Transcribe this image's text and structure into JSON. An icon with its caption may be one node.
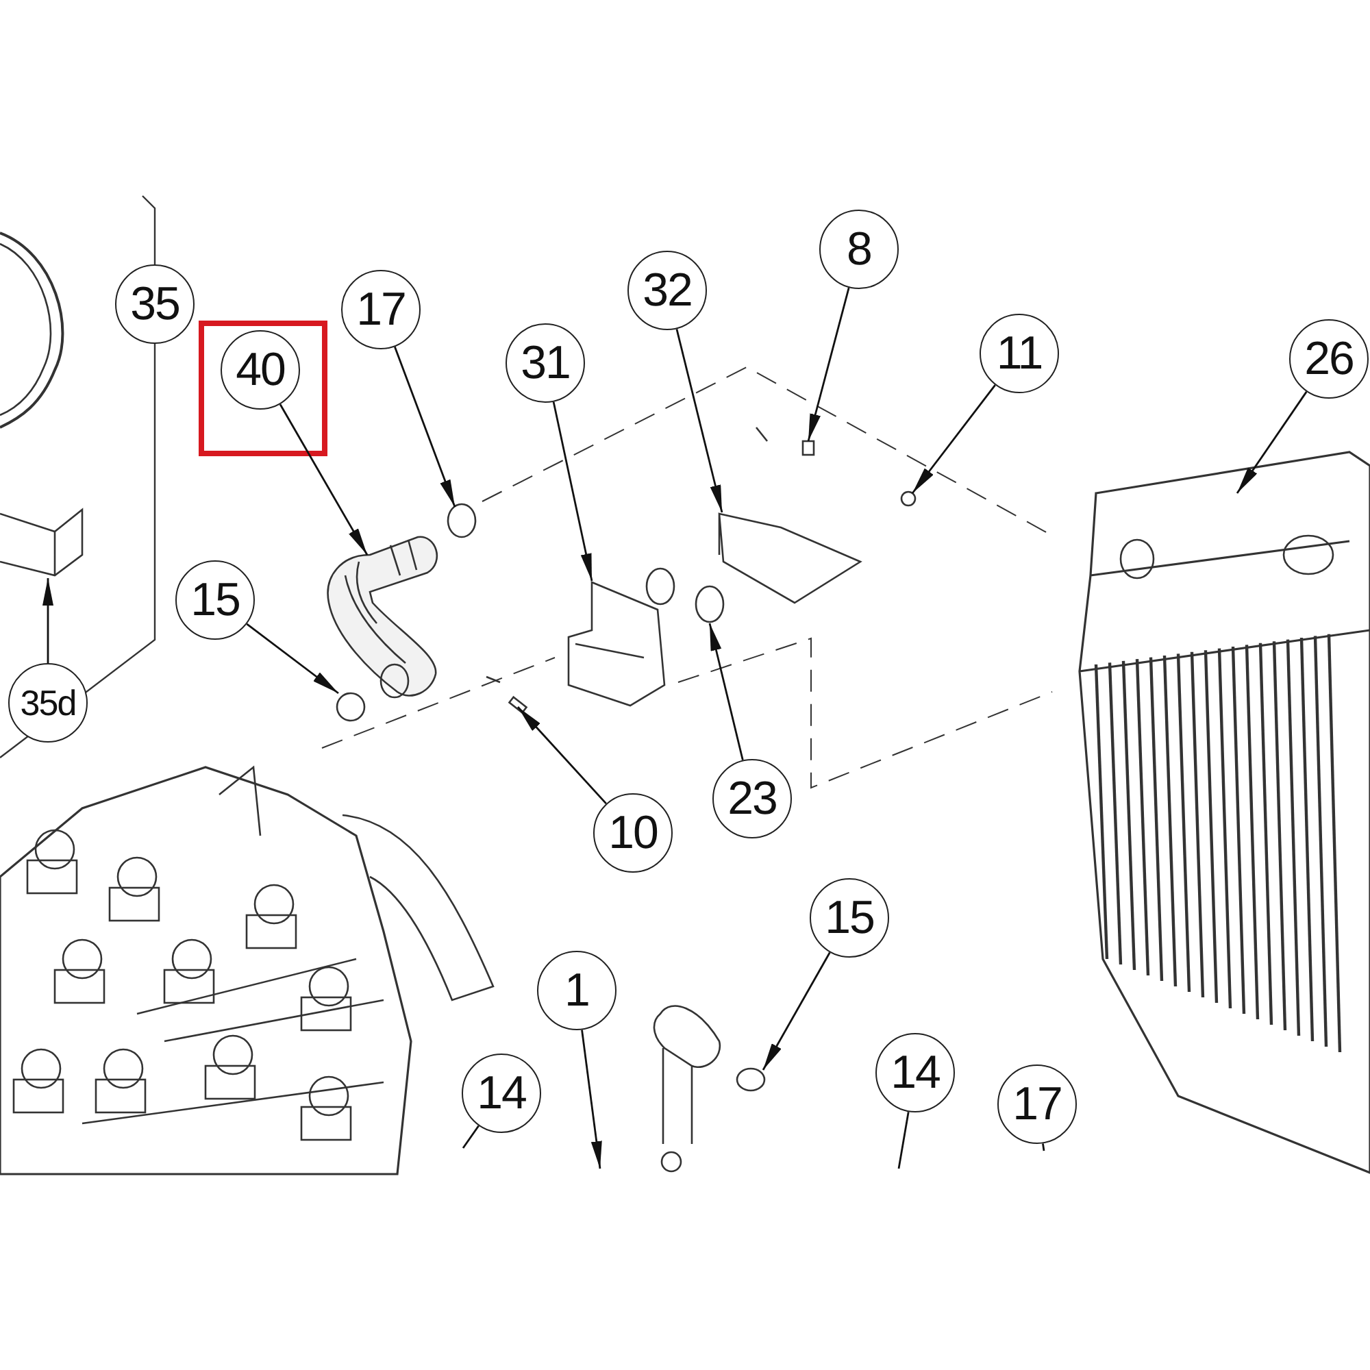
{
  "diagram": {
    "nodes": [
      {
        "text": [
          "35"
        ]
      },
      {
        "text": [
          "40"
        ]
      },
      {
        "text": [
          "17"
        ]
      },
      {
        "text": [
          "31"
        ]
      },
      {
        "text": [
          "32"
        ]
      },
      {
        "text": [
          "8"
        ]
      },
      {
        "text": [
          "11"
        ]
      },
      {
        "text": [
          "26"
        ]
      },
      {
        "text": [
          "15"
        ]
      },
      {
        "text": [
          "35d"
        ]
      },
      {
        "text": [
          "23"
        ]
      },
      {
        "text": [
          "10"
        ]
      },
      {
        "text": [
          "15"
        ]
      },
      {
        "text": [
          "1"
        ]
      },
      {
        "text": [
          "14"
        ]
      },
      {
        "text": [
          "14"
        ]
      },
      {
        "text": [
          "17"
        ]
      },
      {
        "text": [],
        "shape": "picture"
      },
      {
        "text": [],
        "shape": "circle"
      },
      {
        "text": [],
        "shape": "picture"
      },
      {
        "text": [],
        "shape": "picture"
      },
      {
        "text": [],
        "shape": "box"
      },
      {
        "text": [],
        "shape": "circle"
      },
      {
        "text": [],
        "shape": "picture"
      },
      {
        "text": [],
        "shape": "circle"
      },
      {
        "text": [],
        "shape": "picture"
      },
      {
        "text": [],
        "shape": "picture"
      },
      {
        "text": [],
        "shape": "box"
      },
      {
        "text": [],
        "shape": "circle"
      }
    ],
    "edges": [
      {
        "from": 1,
        "to": 17,
        "arrow": "to"
      },
      {
        "from": 2,
        "to": 18,
        "arrow": "to"
      },
      {
        "from": 3,
        "to": 19,
        "arrow": "to"
      },
      {
        "from": 4,
        "to": 20,
        "arrow": "to"
      },
      {
        "from": 5,
        "to": 21,
        "arrow": "to"
      },
      {
        "from": 6,
        "to": 22,
        "arrow": "to"
      },
      {
        "from": 7,
        "to": 23,
        "arrow": "to"
      },
      {
        "from": 8,
        "to": 24,
        "arrow": "to"
      },
      {
        "from": 9,
        "to": 25,
        "arrow": "to"
      },
      {
        "from": 10,
        "to": 26,
        "arrow": "to"
      },
      {
        "from": 11,
        "to": 27,
        "arrow": "to"
      },
      {
        "from": 12,
        "to": 28,
        "arrow": "to"
      },
      {
        "from": 13,
        "to": null,
        "arrow": "to"
      },
      {
        "from": 14,
        "to": null,
        "arrow": "none"
      },
      {
        "from": 15,
        "to": null,
        "arrow": "none"
      },
      {
        "from": 16,
        "to": null,
        "arrow": "none"
      }
    ]
  }
}
